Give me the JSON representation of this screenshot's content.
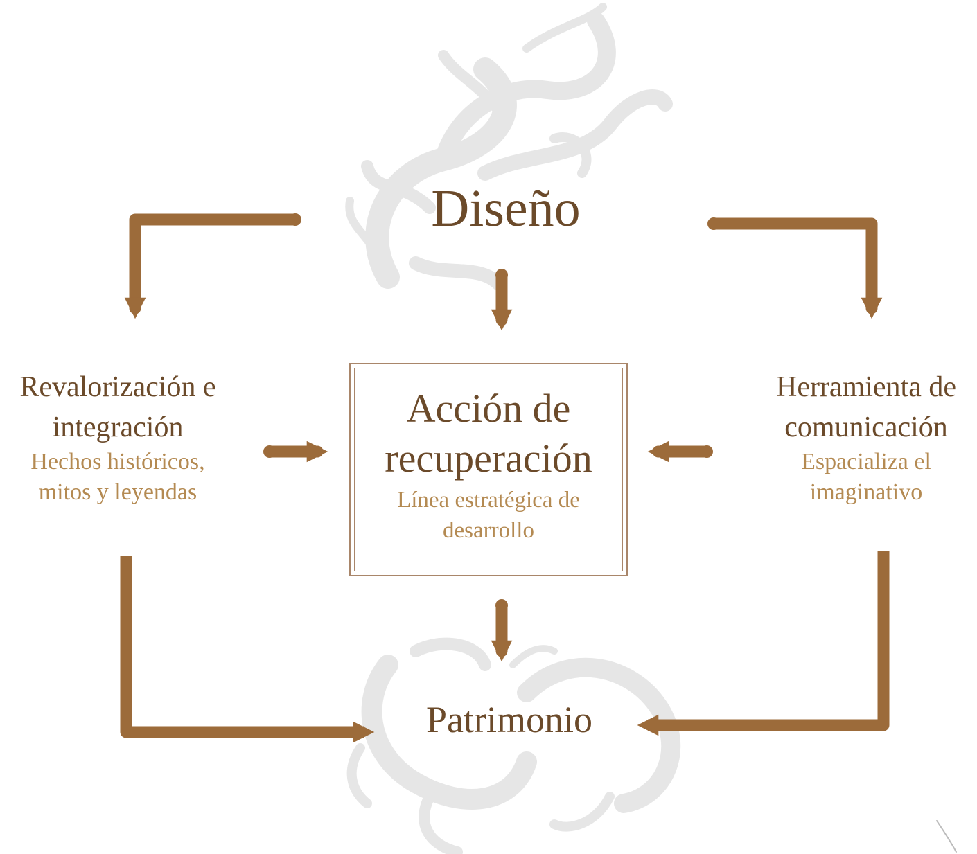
{
  "diagram": {
    "top_node": "Diseño",
    "bottom_node": "Patrimonio",
    "left_node": {
      "title_lines": [
        "Revalorización e",
        "integración"
      ],
      "subtitle_lines": [
        "Hechos históricos,",
        "mitos y leyendas"
      ]
    },
    "right_node": {
      "title_lines": [
        "Herramienta de",
        "comunicación"
      ],
      "subtitle_lines": [
        "Espacializa el",
        "imaginativo"
      ]
    },
    "center_node": {
      "title_lines": [
        "Acción de",
        "recuperación"
      ],
      "subtitle_lines": [
        "Línea estratégica de",
        "desarrollo"
      ]
    }
  },
  "colors": {
    "arrow": "#9c6b3a",
    "title_text": "#6b4a2a",
    "subtitle_text": "#b48a52",
    "box_border": "#a9866a",
    "ornament": "#e6e6e6"
  }
}
